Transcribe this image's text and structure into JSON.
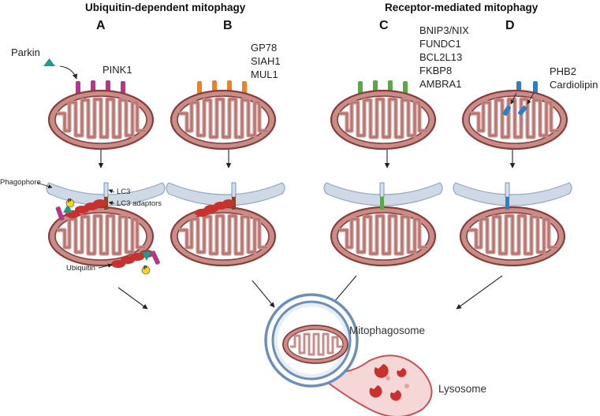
{
  "headers": {
    "left": "Ubiquitin-dependent mitophagy",
    "right": "Receptor-mediated mitophagy"
  },
  "columns": {
    "a": "A",
    "b": "B",
    "c": "C",
    "d": "D"
  },
  "labels": {
    "parkin": "Parkin",
    "pink1": "PINK1",
    "b_receptors": [
      "GP78",
      "SIAH1",
      "MUL1"
    ],
    "c_receptors": [
      "BNIP3/NIX",
      "FUNDC1",
      "BCL2L13",
      "FKBP8",
      "AMBRA1"
    ],
    "d_receptors": [
      "PHB2",
      "Cardiolipin"
    ],
    "phagophore": "Phagophore",
    "lc3": "LC3",
    "lc3_adaptors": "LC3 adaptors",
    "ubiquitin": "Ubiquitin",
    "phospho": "P",
    "mitophagosome": "Mitophagosome",
    "lysosome": "Lysosome"
  },
  "colors": {
    "mito_fill": "#c98d88",
    "mito_outline": "#8a3b3b",
    "pink1": "#b0398a",
    "b_receptor": "#e8832a",
    "c_receptor": "#5aa843",
    "d_receptor": "#2f7fc4",
    "parkin": "#1c9b8a",
    "ubiquitin": "#c8312e",
    "phospho": "#f3d22b",
    "phagophore": "#cfd9e6",
    "lysosome": "#d9858a"
  }
}
